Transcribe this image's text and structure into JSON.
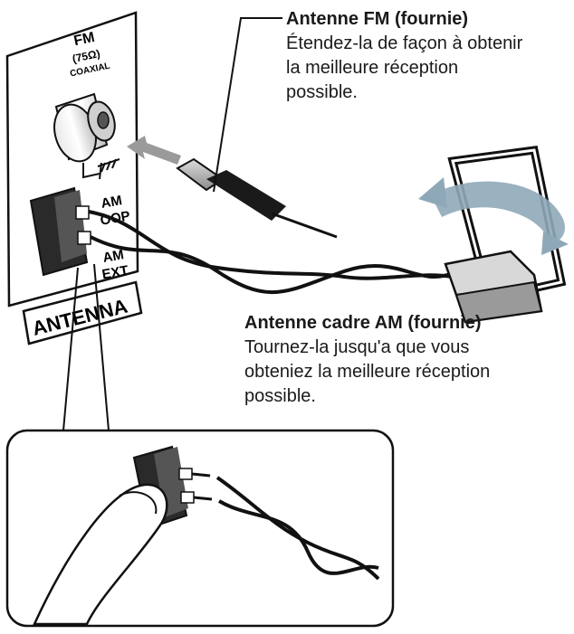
{
  "panel": {
    "fm_label": "FM",
    "fm_impedance": "(75Ω)",
    "fm_type": "COAXIAL",
    "am_loop_label_1": "AM",
    "am_loop_label_2": "OOP",
    "am_ext_label_1": "AM",
    "am_ext_label_2": "EXT",
    "section_label": "ANTENNA"
  },
  "fm_antenna": {
    "title": "Antenne FM (fournie)",
    "lines": [
      "Étendez-la de façon à obtenir",
      "la meilleure réception",
      "possible."
    ]
  },
  "am_antenna": {
    "title": "Antenne cadre AM (fournie)",
    "lines": [
      "Tournez-la jusqu'a que vous",
      "obteniez la meilleure réception",
      "possible."
    ]
  },
  "colors": {
    "line": "#111111",
    "arrow": "#9a9a9a",
    "rotate_arrow": "#8fa8b8",
    "panel_fill": "#ffffff",
    "connector_dark": "#2a2a2a"
  }
}
